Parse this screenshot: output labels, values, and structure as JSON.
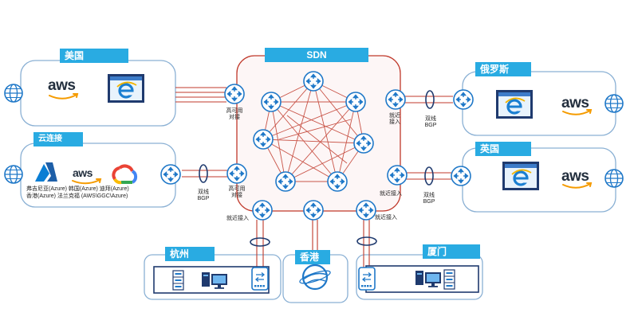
{
  "labels": {
    "usa": "美国",
    "sdn": "SDN",
    "russia": "俄罗斯",
    "cloud": "云连接",
    "uk": "英国",
    "hangzhou": "杭州",
    "hongkong": "香港",
    "xiamen": "厦门"
  },
  "aws_text": "aws",
  "annotations": {
    "ha_top": [
      "高可用",
      "对接"
    ],
    "ha_mid": [
      "高可用",
      "对接"
    ],
    "nearby_right_top": [
      "就近",
      "接入"
    ],
    "nearby_right_mid": "就近接入",
    "nearby_bottom_left": "就近接入",
    "nearby_bottom_right": "就近接入",
    "dual_bgp": [
      "双线",
      "BGP"
    ]
  },
  "cloud_regions": [
    "弗吉尼亚(Azure) 韩国(Azure) 迪拜(Azure)",
    "香港(Azure) 法兰克福 (AWS\\GGC\\Azure)"
  ],
  "colors": {
    "label_bg": "#29abe2",
    "mesh_red": "#c0392b",
    "region_border": "#8ab0d4",
    "sdn_border": "#c0392b",
    "icon_blue": "#1f78c8",
    "navy": "#1f3a6e"
  },
  "icons": {
    "globe": "globe-icon",
    "router": "router-icon",
    "monitor": "ie-monitor-icon",
    "server": "server-icon",
    "switch": "switch-icon"
  }
}
